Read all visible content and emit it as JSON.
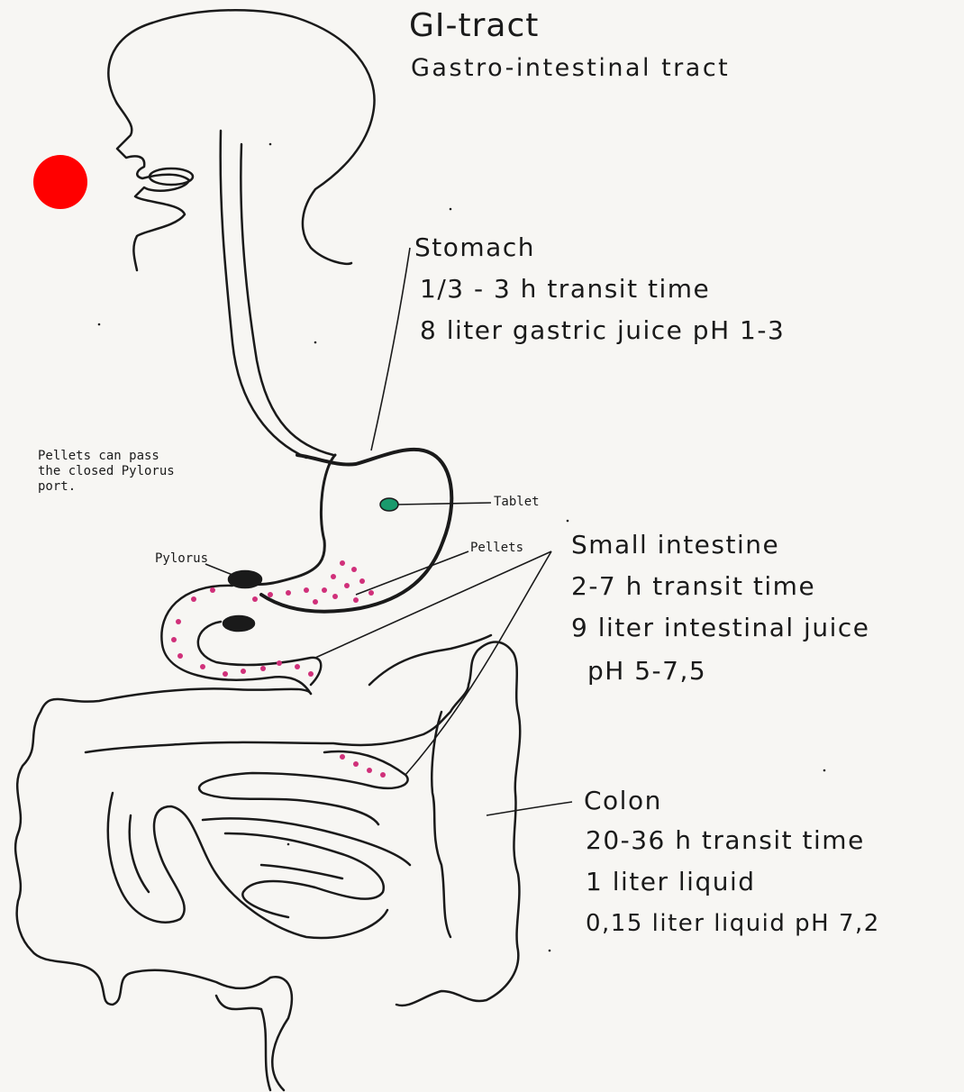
{
  "title": "GI-tract",
  "subtitle": "Gastro-intestinal tract",
  "stomach": {
    "name": "Stomach",
    "lines": [
      "1/3 - 3 h transit time",
      "8 liter gastric juice pH 1-3"
    ]
  },
  "small_intestine": {
    "name": "Small intestine",
    "lines": [
      "2-7 h transit time",
      "9 liter intestinal juice",
      "pH 5-7,5"
    ]
  },
  "colon": {
    "name": "Colon",
    "lines": [
      "20-36 h transit time",
      "1 liter liquid",
      "0,15 liter liquid pH 7,2"
    ]
  },
  "labels": {
    "tablet": "Tablet",
    "pellets": "Pellets",
    "pylorus": "Pylorus",
    "note": "Pellets can pass\nthe closed Pylorus\nport."
  },
  "colors": {
    "marker": "#ff0000",
    "tablet": "#1a9a6c",
    "pellets": "#d0307a",
    "ink": "#1a1a1a",
    "paper": "#f7f6f3"
  }
}
